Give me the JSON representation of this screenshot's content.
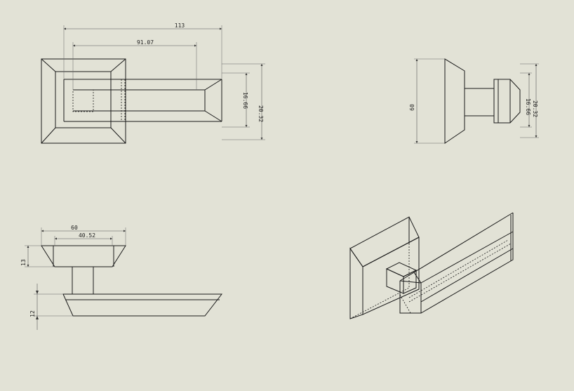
{
  "drawing": {
    "background": "#e2e2d6",
    "line_color": "#1a1a1a",
    "views": [
      "top-view",
      "side-view",
      "front-view",
      "isometric-view"
    ]
  },
  "dimensions": {
    "top_overall_length": "113",
    "top_inner_length": "91.07",
    "top_inner_height": "16.66",
    "top_outer_height": "20.32",
    "side_rose_height": "60",
    "side_inner_height": "16.66",
    "side_outer_height": "20.32",
    "front_rose_width": "60",
    "front_rose_inner": "40.52",
    "front_rose_thickness": "13",
    "front_lever_thickness": "12"
  }
}
